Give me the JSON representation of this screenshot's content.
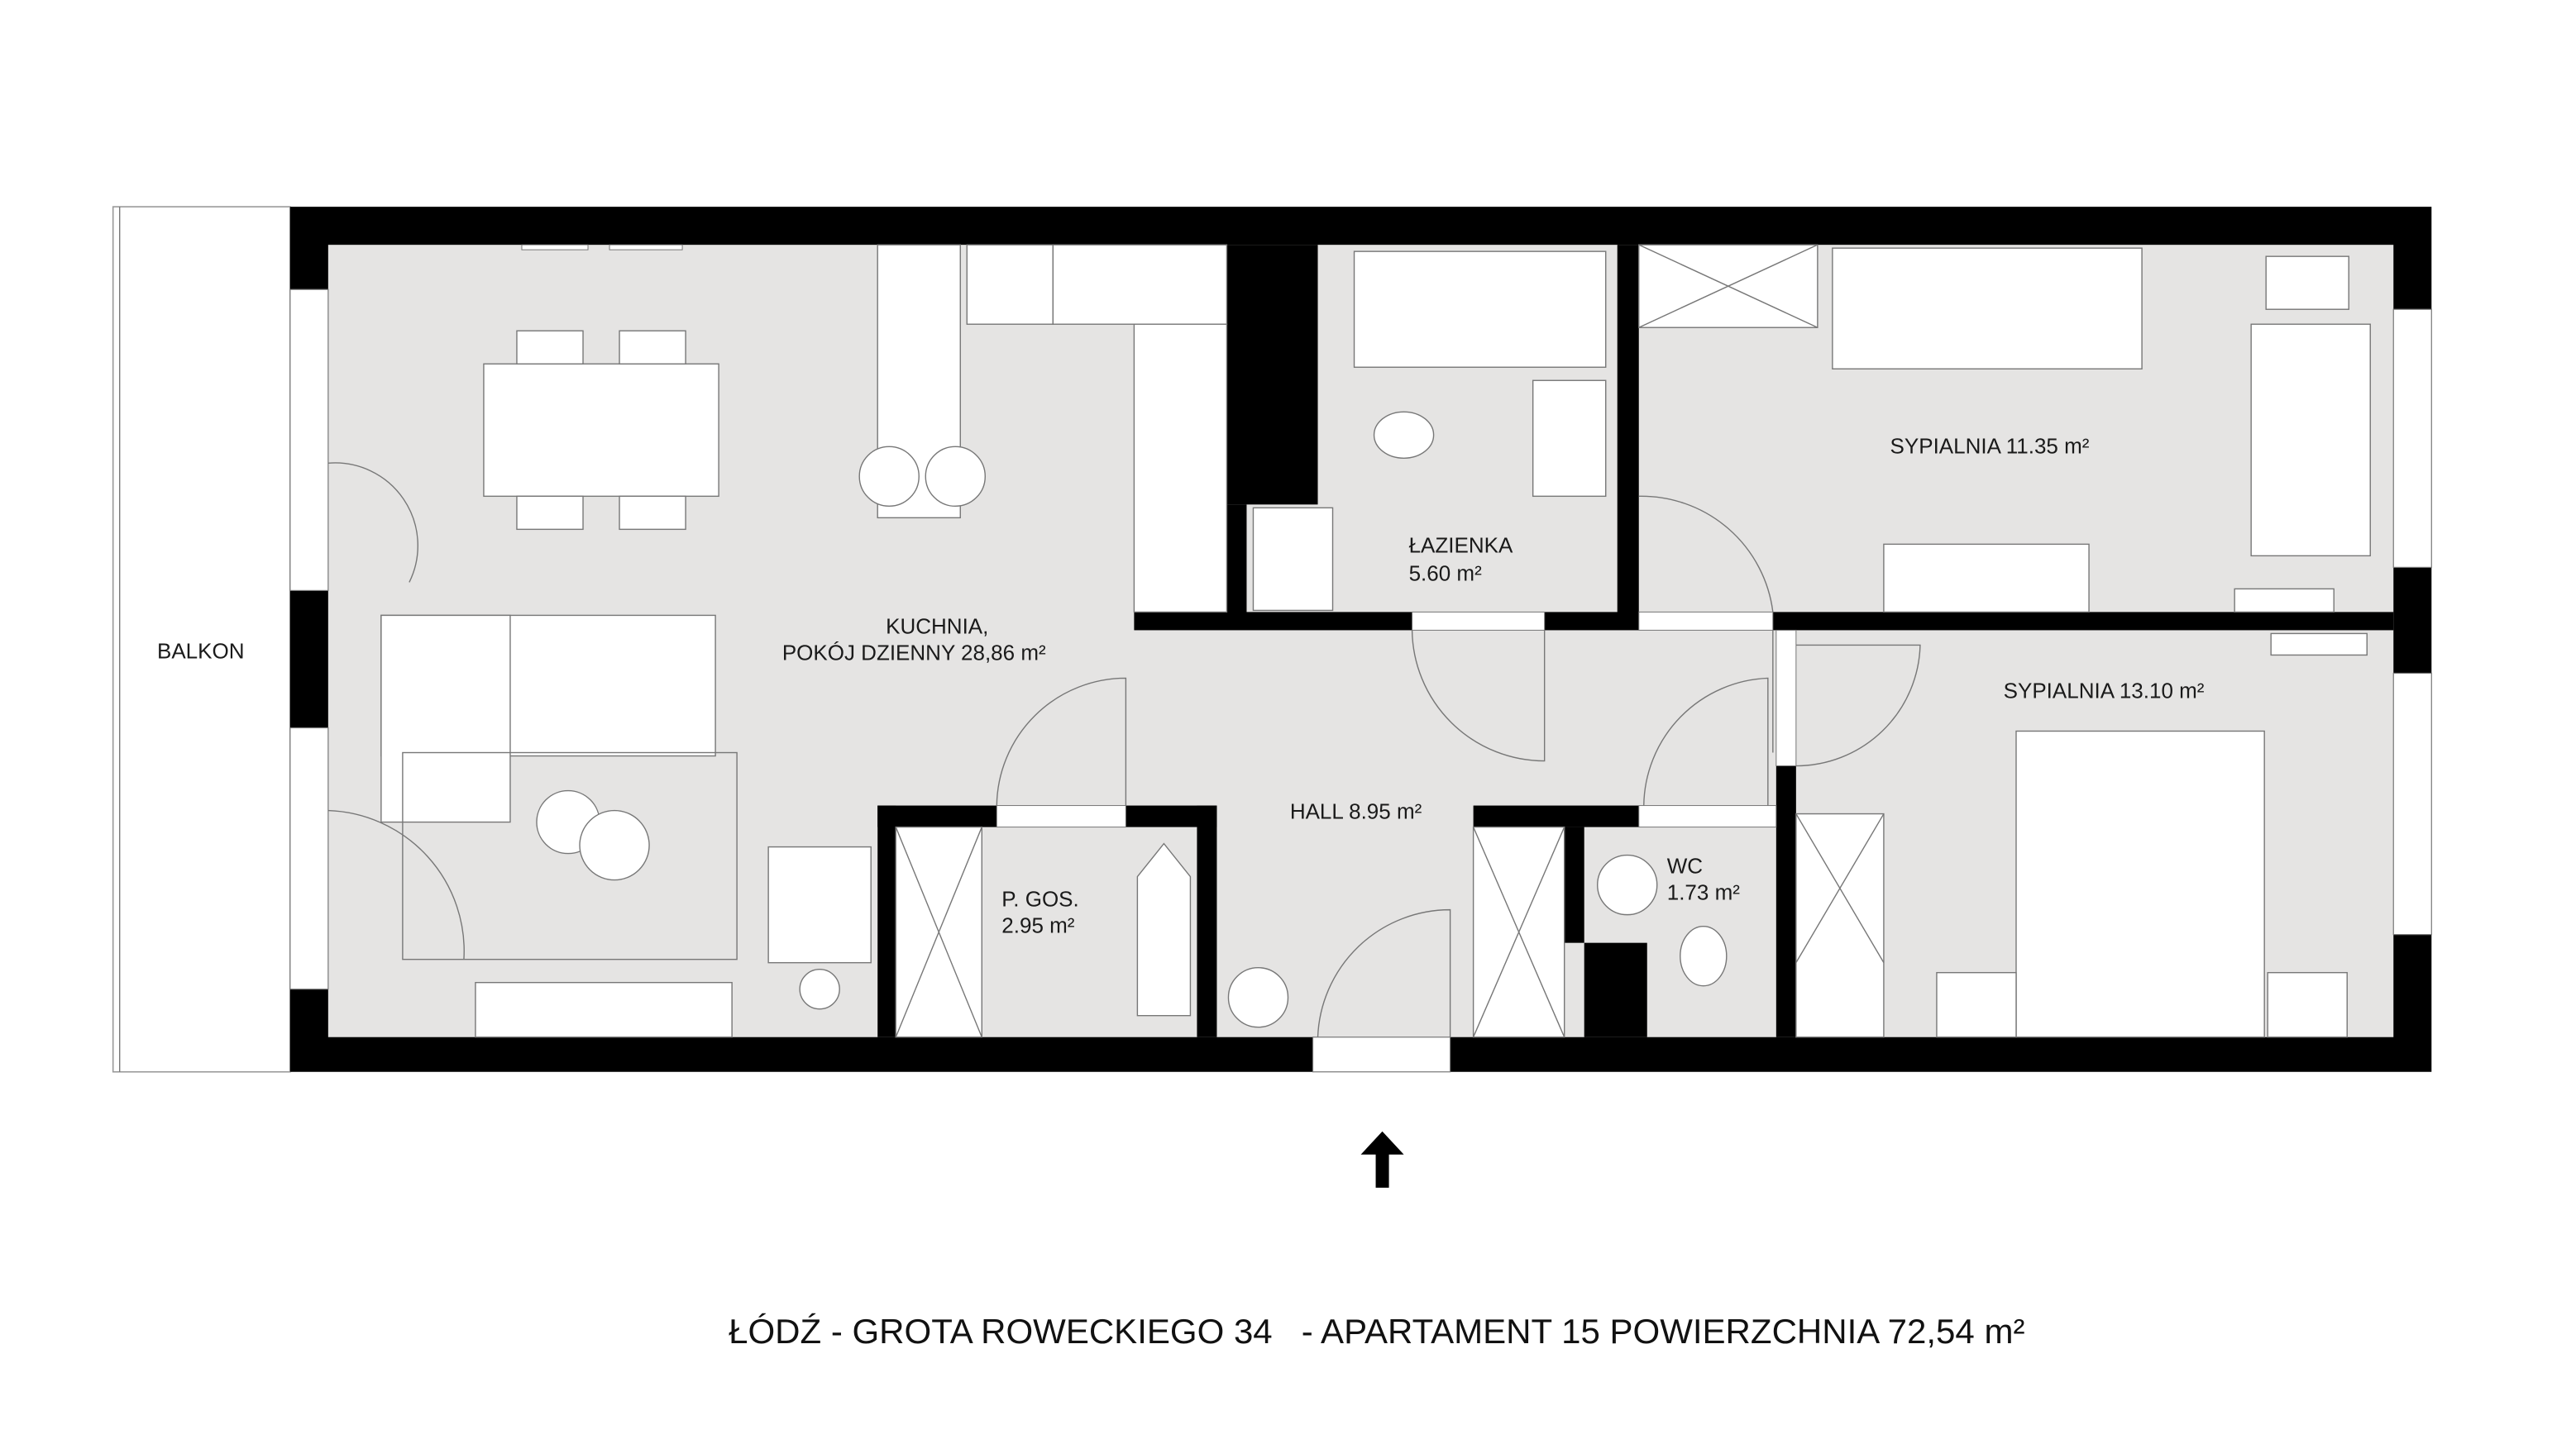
{
  "plan": {
    "title": "ŁÓDŹ - GROTA ROWECKIEGO 34   - APARTAMENT 15 POWIERZCHNIA 72,54 m²",
    "rooms": {
      "balkon": "BALKON",
      "kitchen_line1": "KUCHNIA,",
      "kitchen_line2": "POKÓJ DZIENNY 28,86 m²",
      "bathroom_name": "ŁAZIENKA",
      "bathroom_area": "5.60 m²",
      "bedroom1": "SYPIALNIA 11.35 m²",
      "bedroom2": "SYPIALNIA 13.10 m²",
      "hall": "HALL 8.95 m²",
      "storage_name": "P. GOS.",
      "storage_area": "2.95 m²",
      "wc_name": "WC",
      "wc_area": "1.73 m²"
    },
    "icons": {
      "entrance": "arrow-up-icon"
    },
    "colors": {
      "wall": "#000000",
      "floor": "#e5e4e3",
      "furniture": "#ffffff"
    }
  }
}
